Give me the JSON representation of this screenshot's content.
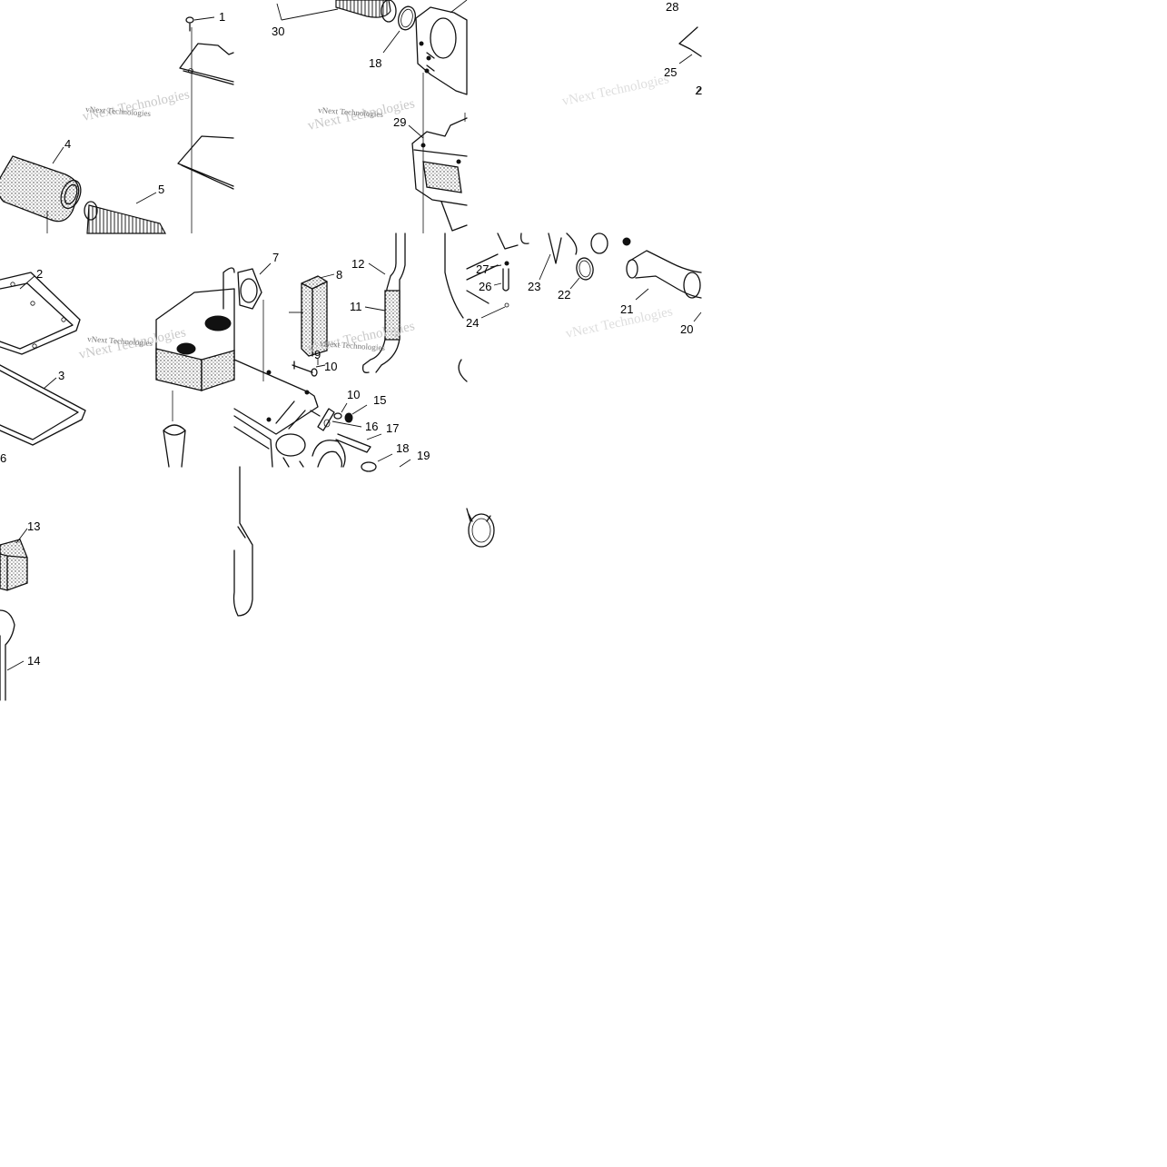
{
  "watermark": {
    "text": "vNext Technologies",
    "ghost_text": "vNext Technologies"
  },
  "callouts": [
    "1",
    "30",
    "18",
    "28",
    "25",
    "2",
    "4",
    "29",
    "5",
    "7",
    "12",
    "8",
    "2",
    "11",
    "27",
    "26",
    "23",
    "22",
    "21",
    "20",
    "24",
    "9",
    "10",
    "3",
    "10",
    "15",
    "16",
    "17",
    "18",
    "19",
    "6",
    "13",
    "14"
  ],
  "colors": {
    "line": "#111111",
    "background": "#ffffff",
    "watermark": "#777777"
  }
}
